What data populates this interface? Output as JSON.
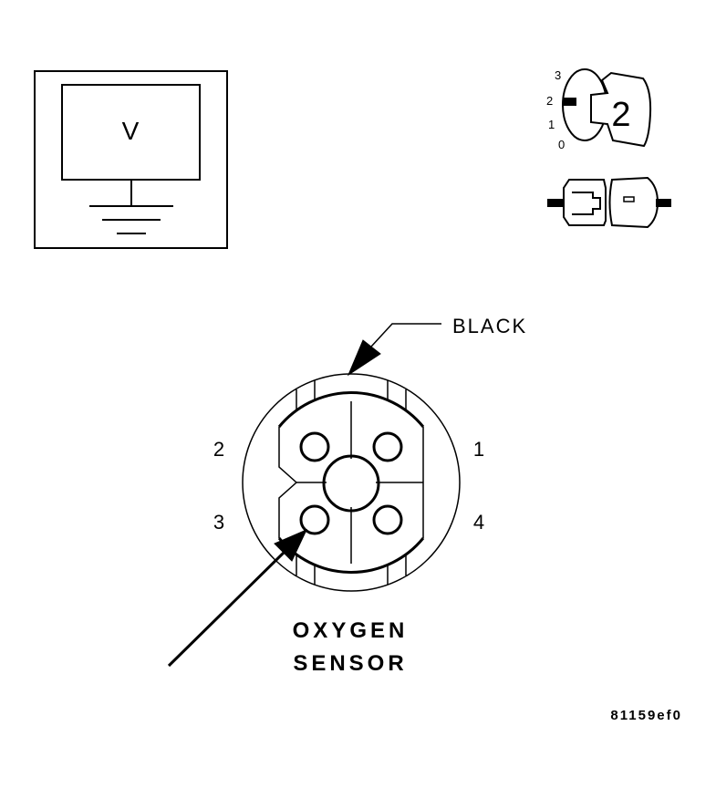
{
  "voltmeter": {
    "label": "V"
  },
  "ignition": {
    "positions": [
      "3",
      "2",
      "1",
      "0"
    ],
    "key_label": "2"
  },
  "connector": {
    "color_label": "BLACK",
    "pins": {
      "p1": "1",
      "p2": "2",
      "p3": "3",
      "p4": "4"
    }
  },
  "title": {
    "line1": "OXYGEN",
    "line2": "SENSOR"
  },
  "figure_id": "81159ef0"
}
